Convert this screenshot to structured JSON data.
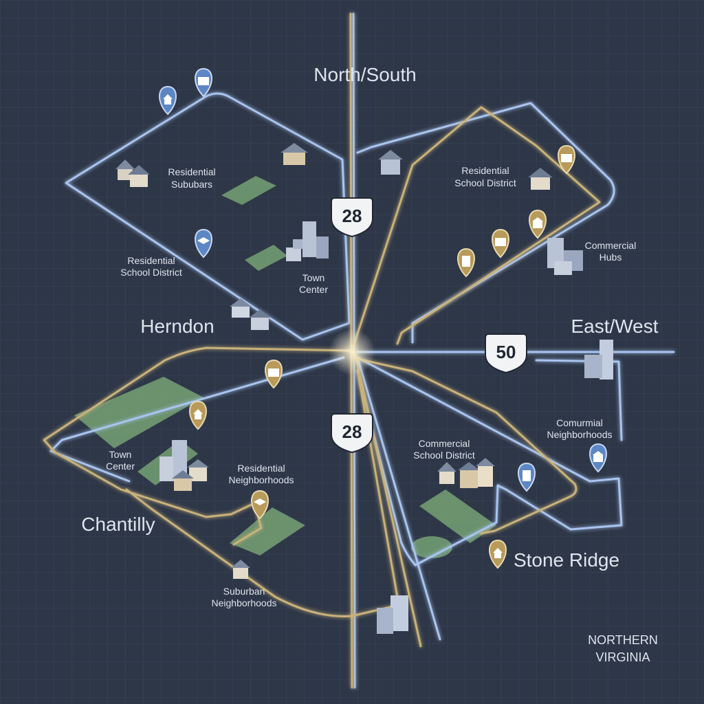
{
  "region": "NORTHERN VIRGINIA",
  "region_lines": [
    "NORTHERN",
    "VIRGINIA"
  ],
  "axes": {
    "north_south": "North/South",
    "east_west": "East/West"
  },
  "shields": {
    "route_28_north": "28",
    "route_28_south": "28",
    "route_50": "50"
  },
  "towns": {
    "herndon": "Herndon",
    "chantilly": "Chantilly",
    "stone_ridge": "Stone Ridge"
  },
  "areas": {
    "nw_suburbs": [
      "Residential",
      "Sububars"
    ],
    "nw_school": [
      "Residential",
      "School District"
    ],
    "nw_town_center": [
      "Town",
      "Center"
    ],
    "ne_school": [
      "Residential",
      "School District"
    ],
    "ne_commercial": [
      "Commercial",
      "Hubs"
    ],
    "e_neighborhoods": [
      "Comurmial",
      "Neighborhoods"
    ],
    "se_commercial_school": [
      "Commercial",
      "School District"
    ],
    "sw_town_center": [
      "Town",
      "Center"
    ],
    "sw_residential": [
      "Residential",
      "Neighborhoods"
    ],
    "sw_suburban": [
      "Suburban",
      "Neighborhoods"
    ]
  },
  "colors": {
    "background": "#2e3748",
    "grid": "#3a4457",
    "road_blue": "#a9c4ef",
    "road_gold": "#c9b27a",
    "park_green": "#7aa877",
    "pin_blue": "#5d86c4",
    "pin_gold": "#b89a5a"
  }
}
